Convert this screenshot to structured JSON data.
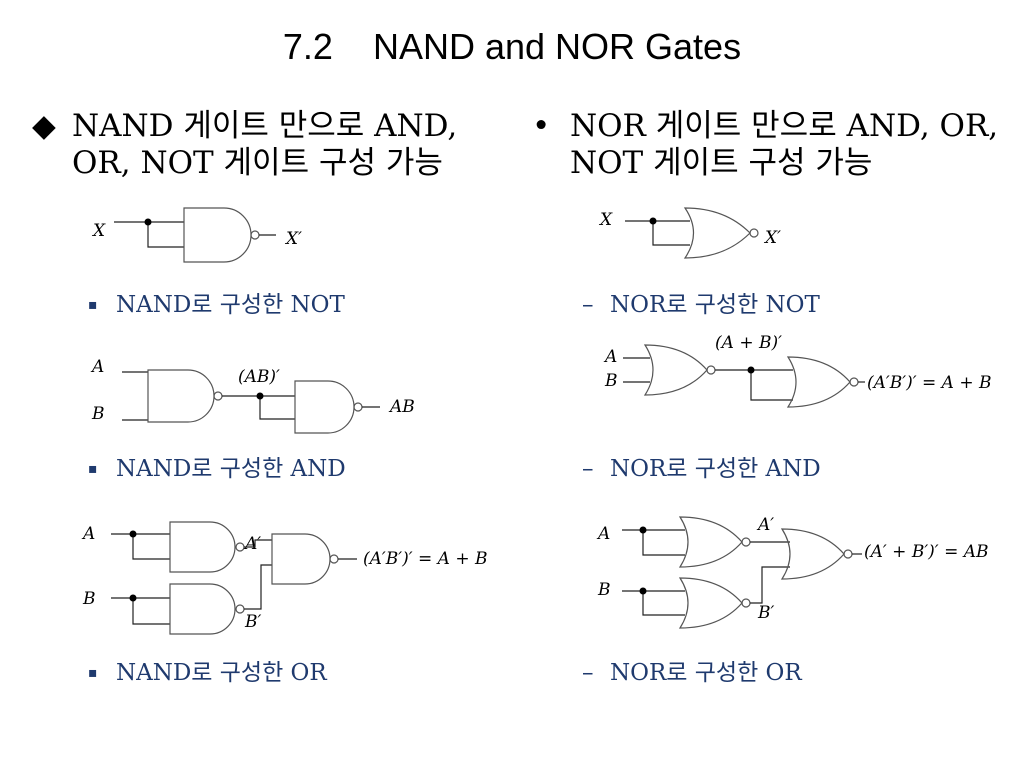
{
  "title": "7.2    NAND and NOR Gates",
  "left": {
    "bullet_mark": "◆",
    "heading": "NAND 게이트 만으로 AND, OR, NOT 게이트 구성 가능",
    "sub_mark": "▪",
    "captions": [
      "NAND로 구성한 NOT",
      "NAND로 구성한 AND",
      "NAND로 구성한 OR"
    ],
    "not_labels": {
      "in": "X",
      "out": "X′"
    },
    "and_labels": {
      "a": "A",
      "b": "B",
      "mid": "(AB)′",
      "out": "AB"
    },
    "or_labels": {
      "a": "A",
      "b": "B",
      "a_inv": "A′",
      "b_inv": "B′",
      "out": "(A′B′)′ = A + B"
    }
  },
  "right": {
    "bullet_mark": "•",
    "heading": "NOR 게이트 만으로 AND, OR, NOT 게이트 구성 가능",
    "sub_mark": "–",
    "captions": [
      "NOR로 구성한 NOT",
      "NOR로 구성한 AND",
      "NOR로 구성한 OR"
    ],
    "not_labels": {
      "in": "X",
      "out": "X′"
    },
    "or_labels": {
      "a": "A",
      "b": "B",
      "mid": "(A + B)′",
      "out": "(A′B′)′ = A + B"
    },
    "and_labels": {
      "a": "A",
      "b": "B",
      "a_inv": "A′",
      "b_inv": "B′",
      "out": "(A′ + B′)′ = AB"
    }
  }
}
